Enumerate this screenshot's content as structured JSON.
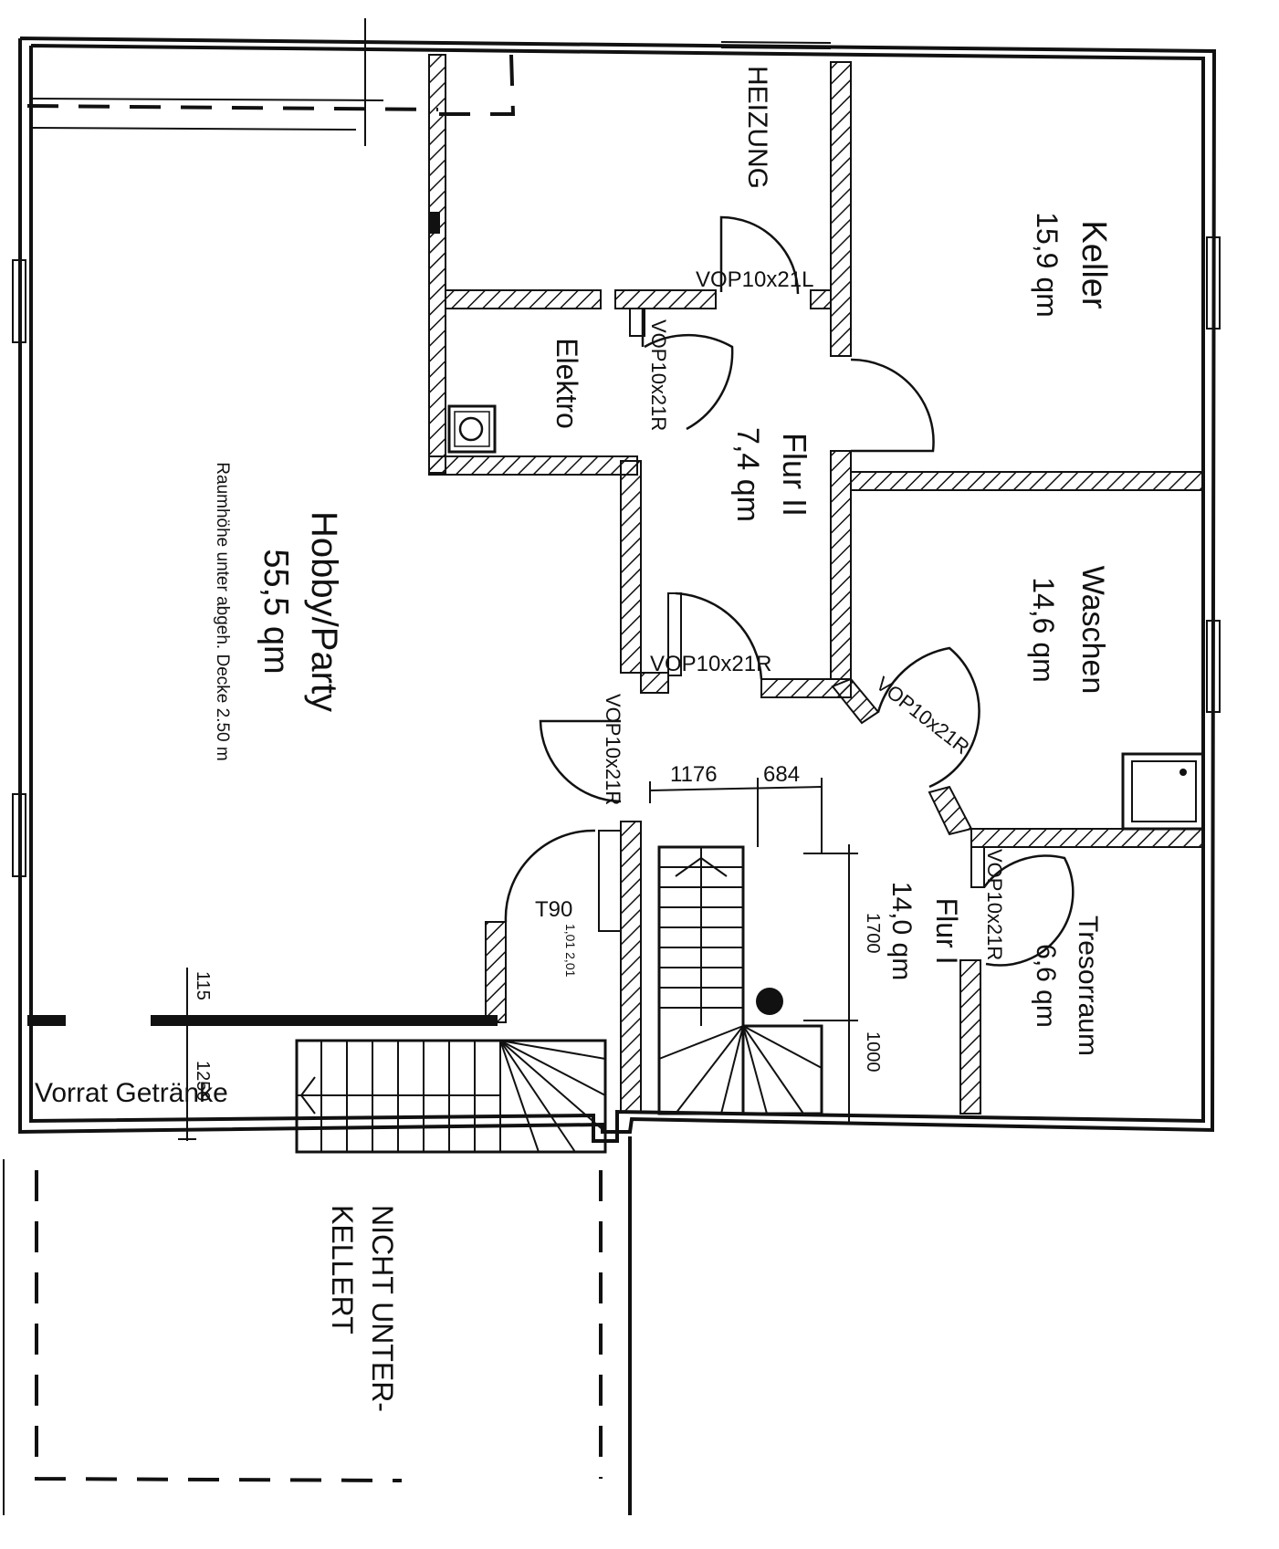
{
  "rooms": {
    "keller": {
      "name": "Keller",
      "area": "15,9 qm"
    },
    "heizung": {
      "name": "HEIZUNG"
    },
    "elektro": {
      "name": "Elektro"
    },
    "flur2": {
      "name": "Flur II",
      "area": "7,4 qm"
    },
    "hobby": {
      "name": "Hobby/Party",
      "area": "55,5 qm",
      "note": "Raumhöhe unter abgeh. Decke 2.50 m"
    },
    "waschen": {
      "name": "Waschen",
      "area": "14,6 qm"
    },
    "flur1": {
      "name": "Flur I",
      "area": "14,0 qm"
    },
    "tresor": {
      "name": "Tresorraum",
      "area": "6,6 qm"
    },
    "vorrat": {
      "name": "Vorrat Getränke"
    },
    "nicht": {
      "line1": "NICHT UNTER-",
      "line2": "KELLERT"
    }
  },
  "doors": {
    "d1": "VOP10x21L",
    "d2": "VOP10x21R",
    "d3": "VOP10x21R",
    "d4": "VOP10x21R",
    "d5": "VOP10x21R",
    "d6": "VOP10x21R",
    "t90": "T90",
    "t90_dim": "1,01 2,01"
  },
  "dims": {
    "d1176": "1176",
    "d684": "684",
    "d1700": "1700",
    "d1000": "1000",
    "d115": "115",
    "d1250": "1250"
  }
}
